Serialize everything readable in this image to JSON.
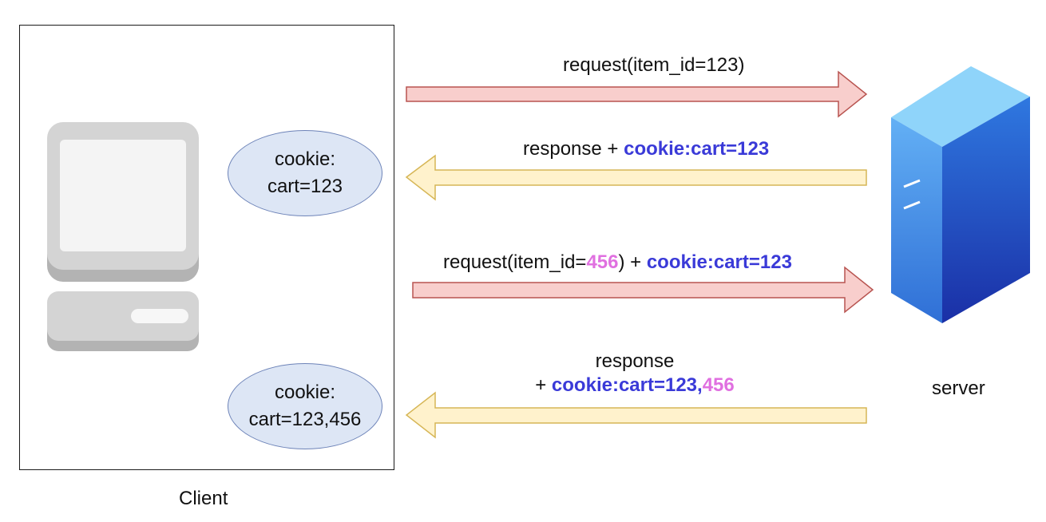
{
  "client": {
    "label": "Client",
    "cookie_1": {
      "line1": "cookie:",
      "line2": "cart=123"
    },
    "cookie_2": {
      "line1": "cookie:",
      "line2": "cart=123,456"
    }
  },
  "server": {
    "label": "server"
  },
  "arrows": [
    {
      "direction": "to-server",
      "text": "request(item_id=123)"
    },
    {
      "direction": "to-client",
      "text_plain": "response + ",
      "text_cookie": "cookie:cart=123"
    },
    {
      "direction": "to-server",
      "text_a": "request(item_id=",
      "text_b": "456",
      "text_c": ") + ",
      "text_cookie": "cookie:cart=123"
    },
    {
      "direction": "to-client",
      "line1": "response",
      "line2_plain": "+ ",
      "line2_cookie": "cookie:cart=123,",
      "line2_new": "456"
    }
  ],
  "colors": {
    "request_arrow_fill": "#f8cecc",
    "request_arrow_stroke": "#b85450",
    "response_arrow_fill": "#fff2cc",
    "response_arrow_stroke": "#d6b656",
    "cookie_fill": "#dde6f5",
    "cookie_text": "#3a3ad8",
    "new_item_text": "#e070e0"
  },
  "icons": {
    "computer": "desktop-computer-icon",
    "server": "server-tower-icon"
  }
}
